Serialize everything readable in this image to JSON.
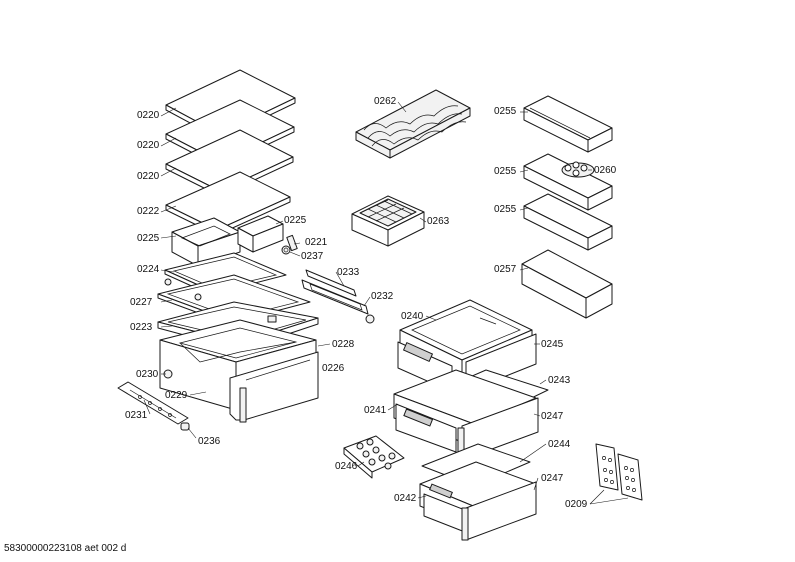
{
  "diagram": {
    "footer_code": "58300000223108 aet 002 d",
    "labels": {
      "p0220a": "0220",
      "p0220b": "0220",
      "p0220c": "0220",
      "p0222": "0222",
      "p0225a": "0225",
      "p0225b": "0225",
      "p0221": "0221",
      "p0237": "0237",
      "p0224": "0224",
      "p0233": "0233",
      "p0227": "0227",
      "p0232": "0232",
      "p0223": "0223",
      "p0228": "0228",
      "p0226": "0226",
      "p0230": "0230",
      "p0229": "0229",
      "p0231": "0231",
      "p0236": "0236",
      "p0262": "0262",
      "p0263": "0263",
      "p0255a": "0255",
      "p0255b": "0255",
      "p0255c": "0255",
      "p0260": "0260",
      "p0257": "0257",
      "p0240": "0240",
      "p0245": "0245",
      "p0243": "0243",
      "p0241": "0241",
      "p0247a": "0247",
      "p0247b": "0247",
      "p0244": "0244",
      "p0246": "0246",
      "p0242": "0242",
      "p0209": "0209"
    }
  }
}
